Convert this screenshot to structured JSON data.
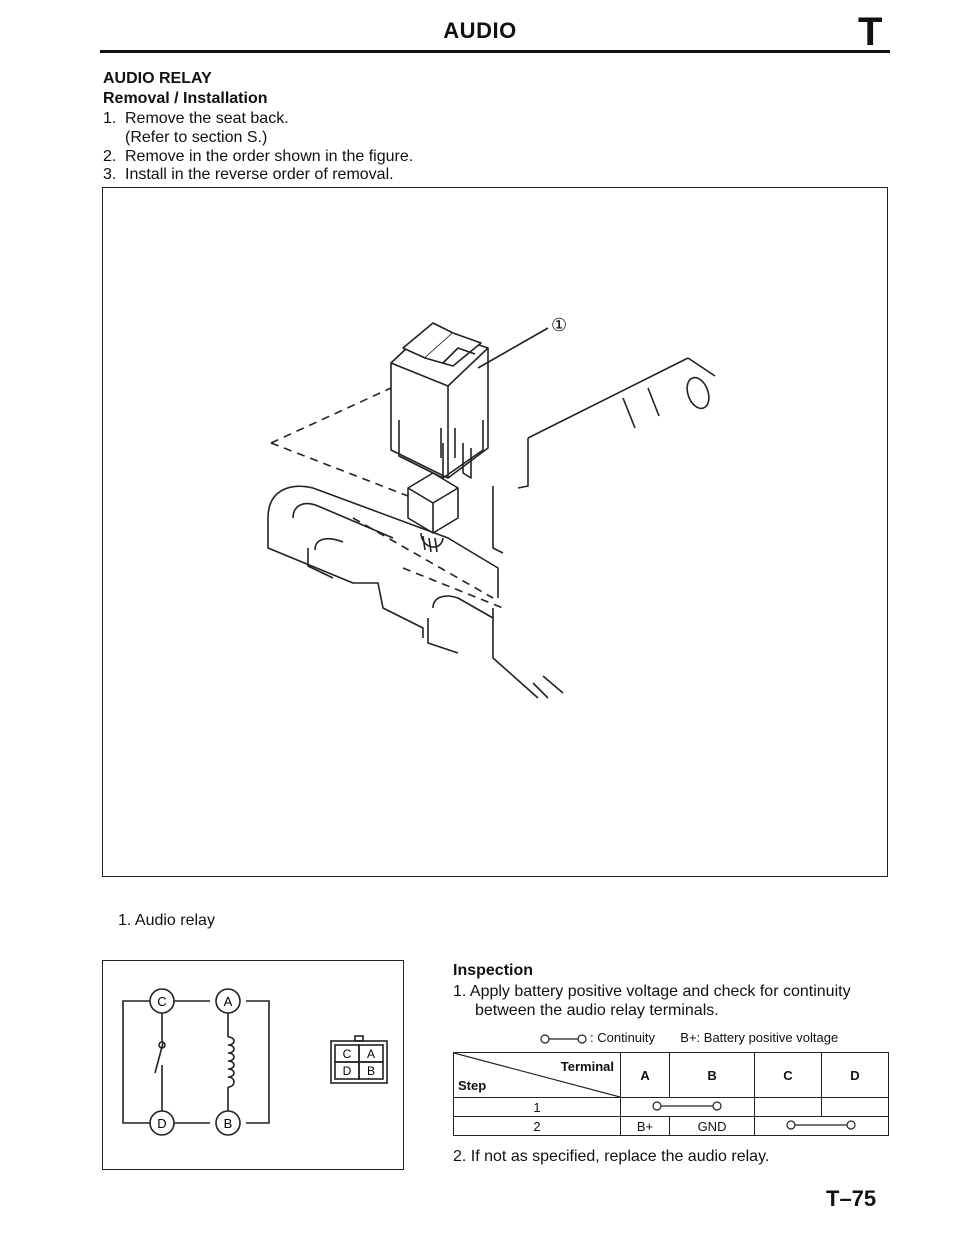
{
  "header": {
    "title": "AUDIO",
    "section_letter": "T"
  },
  "section": {
    "title": "AUDIO RELAY",
    "subtitle": "Removal / Installation",
    "steps": [
      {
        "num": "1.",
        "text": "Remove the seat back."
      },
      {
        "num": "",
        "text": "(Refer to section S.)"
      },
      {
        "num": "2.",
        "text": "Remove in the order shown in the figure."
      },
      {
        "num": "3.",
        "text": "Install in the reverse order of removal."
      }
    ]
  },
  "figure": {
    "callout": "①",
    "caption": "1. Audio relay"
  },
  "diagram": {
    "terminals": [
      "C",
      "A",
      "D",
      "B"
    ],
    "connector": [
      "C",
      "A",
      "D",
      "B"
    ]
  },
  "inspection": {
    "title": "Inspection",
    "step1_num": "1.",
    "step1_line1": "Apply battery positive voltage and check for continuity",
    "step1_line2": "between the audio relay terminals.",
    "legend_continuity": ": Continuity",
    "legend_bplus": "B+: Battery positive voltage",
    "table": {
      "header_terminal": "Terminal",
      "header_step": "Step",
      "columns": [
        "A",
        "B",
        "C",
        "D"
      ],
      "rows": [
        {
          "step": "1",
          "cells": [
            "",
            "",
            "",
            ""
          ]
        },
        {
          "step": "2",
          "cells": [
            "B+",
            "GND",
            "",
            ""
          ]
        }
      ]
    },
    "step2": "2. If not as specified, replace the audio relay."
  },
  "footer": {
    "page": "T–75"
  }
}
